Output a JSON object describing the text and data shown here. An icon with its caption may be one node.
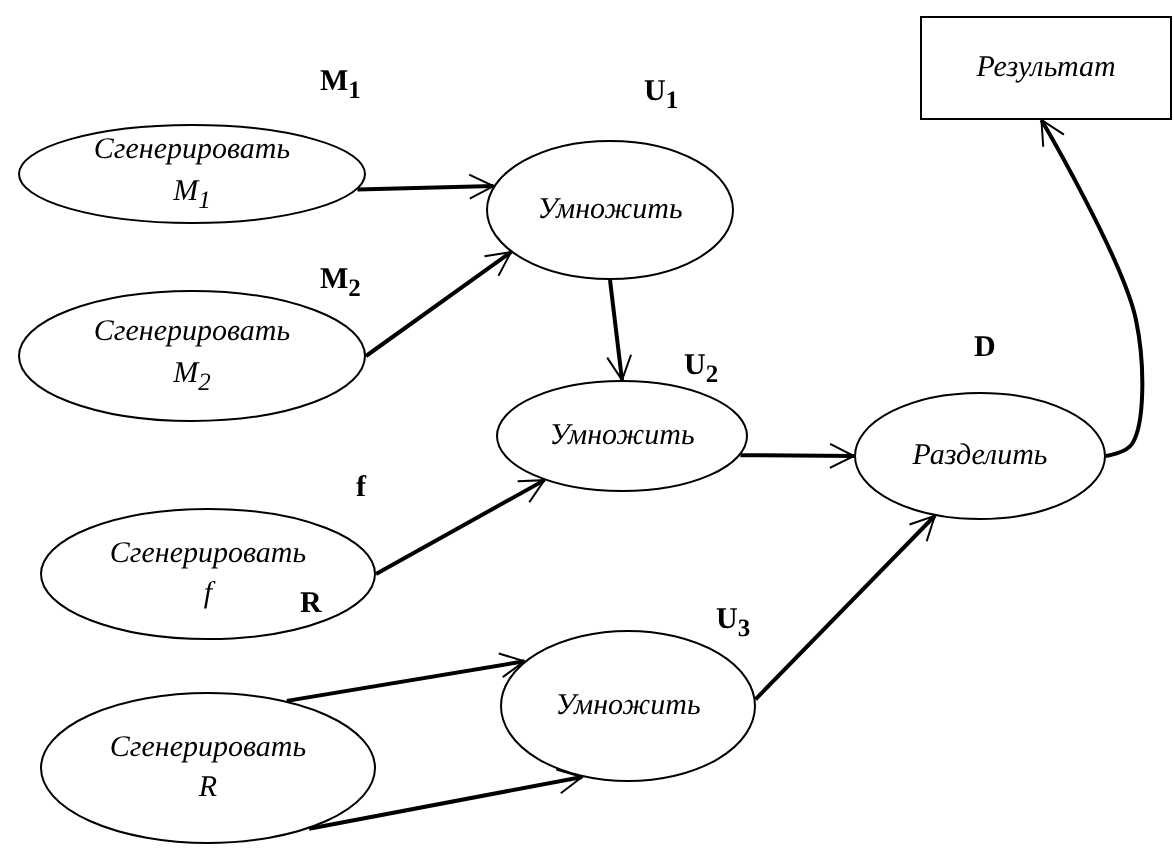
{
  "diagram": {
    "nodes": [
      {
        "text": [
          "Сгенерировать M$_{1}$"
        ],
        "beside": [
          "M$_{1}$"
        ]
      },
      {
        "text": [
          "Сгенерировать M$_{2}$"
        ],
        "beside": [
          "M$_{2}$"
        ]
      },
      {
        "text": [
          "Сгенерировать f"
        ],
        "beside": [
          "f"
        ]
      },
      {
        "text": [
          "Сгенерировать R"
        ]
      },
      {
        "text": [
          "Умножить"
        ],
        "beside": [
          "U$_{1}$"
        ]
      },
      {
        "text": [
          "Умножить"
        ],
        "beside": [
          "U$_{2}$"
        ]
      },
      {
        "text": [
          "Умножить"
        ],
        "beside": [
          "U$_{3}$"
        ]
      },
      {
        "text": [
          "Разделить"
        ],
        "beside": [
          "D"
        ]
      },
      {
        "text": [
          "Результат"
        ]
      }
    ],
    "edges": [
      {
        "from": 0,
        "to": 4,
        "arrow": "to"
      },
      {
        "from": 1,
        "to": 4,
        "arrow": "to"
      },
      {
        "from": 4,
        "to": 5,
        "arrow": "to"
      },
      {
        "from": 2,
        "to": 5,
        "arrow": "to"
      },
      {
        "from": 3,
        "to": 6,
        "arrow": "to"
      },
      {
        "from": 3,
        "to": 6,
        "arrow": "to"
      },
      {
        "from": 5,
        "to": 7,
        "arrow": "to"
      },
      {
        "from": 6,
        "to": 7,
        "arrow": "to"
      },
      {
        "from": 7,
        "to": 8,
        "arrow": "to"
      }
    ],
    "labels": [
      "R"
    ]
  }
}
